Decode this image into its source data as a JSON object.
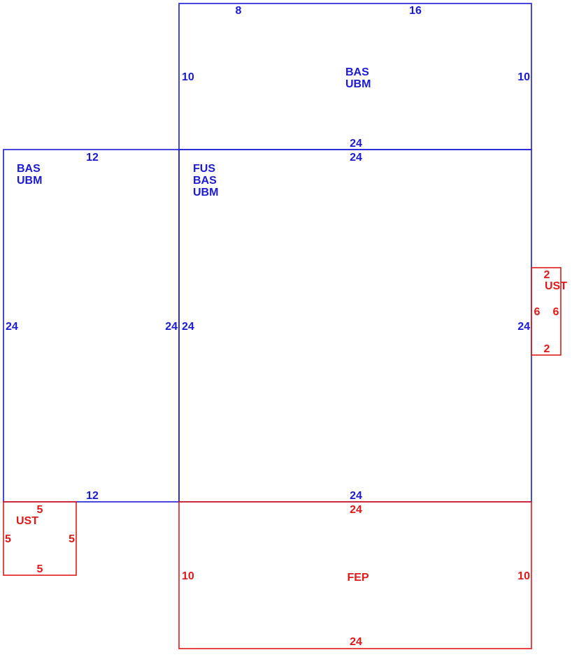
{
  "colors": {
    "main_area": "#1a1ad6",
    "secondary_area": "#e01818"
  },
  "top_block": {
    "top_a": "8",
    "top_b": "16",
    "left": "10",
    "right": "10",
    "bottom": "24",
    "codes": [
      "BAS",
      "UBM"
    ]
  },
  "left_block": {
    "top": "12",
    "left": "24",
    "right": "24",
    "bottom": "12",
    "codes": [
      "BAS",
      "UBM"
    ]
  },
  "main_block": {
    "top": "24",
    "left": "24",
    "right": "24",
    "bottom": "24",
    "codes": [
      "FUS",
      "BAS",
      "UBM"
    ]
  },
  "right_small_block": {
    "top": "2",
    "left": "6",
    "right": "6",
    "bottom": "2",
    "code": "UST"
  },
  "bottom_small_block": {
    "top": "5",
    "left": "5",
    "right": "5",
    "bottom": "5",
    "code": "UST"
  },
  "bottom_block": {
    "top": "24",
    "left": "10",
    "right": "10",
    "bottom": "24",
    "code": "FEP"
  }
}
